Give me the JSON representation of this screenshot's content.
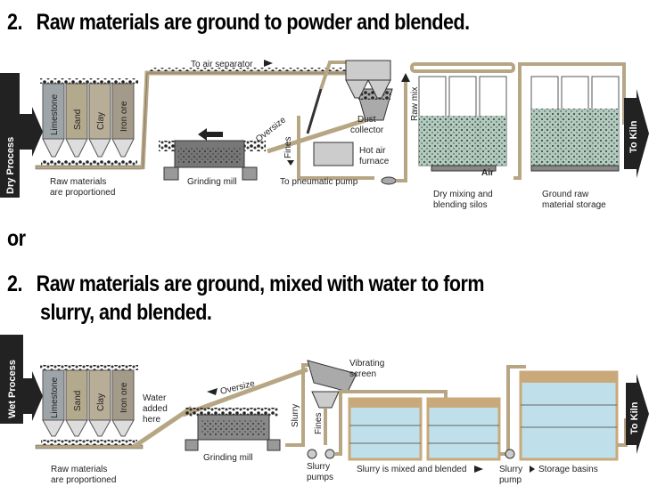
{
  "headings": {
    "dry_number": "2.",
    "dry_text": "Raw materials are ground to powder and blended.",
    "or": "or",
    "wet_number": "2.",
    "wet_line1": "Raw materials are ground, mixed with water to form",
    "wet_line2": "slurry, and blended."
  },
  "dry": {
    "side_label": "Dry Process",
    "silo_labels": [
      "Limestone",
      "Sand",
      "Clay",
      "Iron ore"
    ],
    "raw_materials_line1": "Raw materials",
    "raw_materials_line2": "are proportioned",
    "to_air_separator": "To air separator",
    "grinding_mill": "Grinding mill",
    "oversize": "Oversize",
    "fines": "Fines",
    "dust_collector_line1": "Dust",
    "dust_collector_line2": "collector",
    "hot_air_line1": "Hot air",
    "hot_air_line2": "furnace",
    "pneumatic_pump": "To pneumatic pump",
    "raw_mix": "Raw mix",
    "air": "Air",
    "dry_mixing_line1": "Dry mixing and",
    "dry_mixing_line2": "blending silos",
    "ground_raw_line1": "Ground raw",
    "ground_raw_line2": "material storage",
    "to_kiln": "To Kiln"
  },
  "wet": {
    "side_label": "Wet Process",
    "silo_labels": [
      "Limestone",
      "Sand",
      "Clay",
      "Iron ore"
    ],
    "raw_materials_line1": "Raw materials",
    "raw_materials_line2": "are proportioned",
    "water_line1": "Water",
    "water_line2": "added",
    "water_line3": "here",
    "oversize": "Oversize",
    "grinding_mill": "Grinding mill",
    "slurry": "Slurry",
    "fines": "Fines",
    "vibrating_line1": "Vibrating",
    "vibrating_line2": "screen",
    "slurry_pumps_line1": "Slurry",
    "slurry_pumps_line2": "pumps",
    "slurry_mixed": "Slurry is mixed and blended",
    "slurry_pump_line1": "Slurry",
    "slurry_pump_line2": "pump",
    "storage_basins": "Storage basins",
    "to_kiln": "To Kiln"
  },
  "colors": {
    "pipe": "#b7a684",
    "silo_limestone": "#9ea5a8",
    "silo_sand": "#b3a98c",
    "silo_clay": "#b8ad97",
    "silo_iron": "#a39a8a",
    "blend_green": "#a9c7b8",
    "slurry_blue": "#bfe0ea",
    "basin_wall": "#c9a97a",
    "side_tab": "#222222"
  }
}
